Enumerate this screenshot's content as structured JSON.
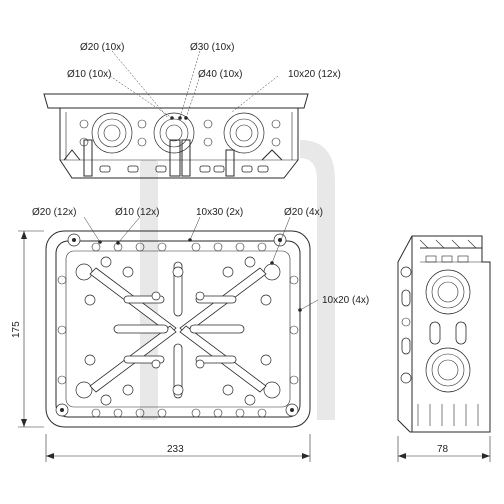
{
  "top_view": {
    "labels": [
      "Ø20 (10x)",
      "Ø30 (10x)",
      "Ø10 (10x)",
      "Ø40 (10x)",
      "10x20 (12x)"
    ]
  },
  "front_view": {
    "labels": [
      "Ø20 (12x)",
      "Ø10 (12x)",
      "10x30 (2x)",
      "Ø20 (4x)",
      "10x20 (4x)"
    ],
    "width_dim": "233",
    "height_dim": "175"
  },
  "side_view": {
    "depth_dim": "78"
  }
}
